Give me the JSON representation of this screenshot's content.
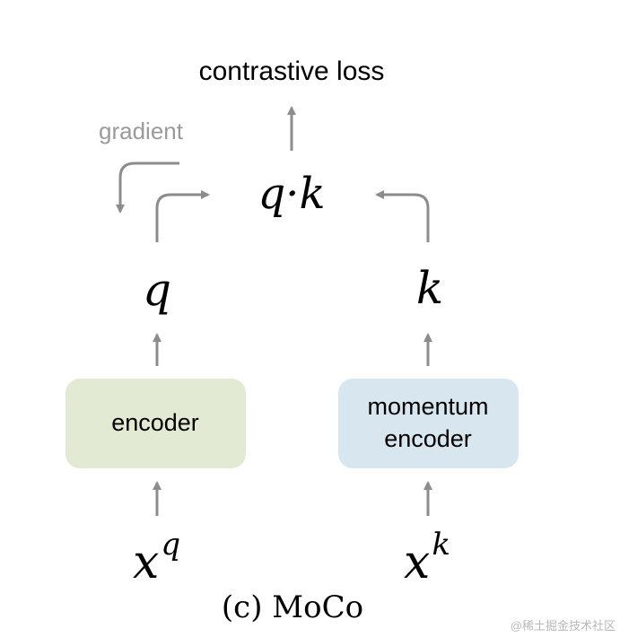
{
  "diagram": {
    "loss_label": "contrastive loss",
    "gradient_label": "gradient",
    "dot_product_label": "q·k",
    "query_label": "q",
    "key_label": "k",
    "encoder_label": "encoder",
    "momentum_encoder_label_line1": "momentum",
    "momentum_encoder_label_line2": "encoder",
    "query_input_base": "x",
    "query_input_sup": "q",
    "key_input_base": "x",
    "key_input_sup": "k",
    "caption": "(c) MoCo",
    "watermark": "@稀土掘金技术社区"
  },
  "colors": {
    "arrow": "#8c8c8c",
    "gradient_text": "#9a9a9a",
    "encoder_fill": "#e3ead3",
    "momentum_encoder_fill": "#d8e6ef",
    "text": "#000000"
  }
}
